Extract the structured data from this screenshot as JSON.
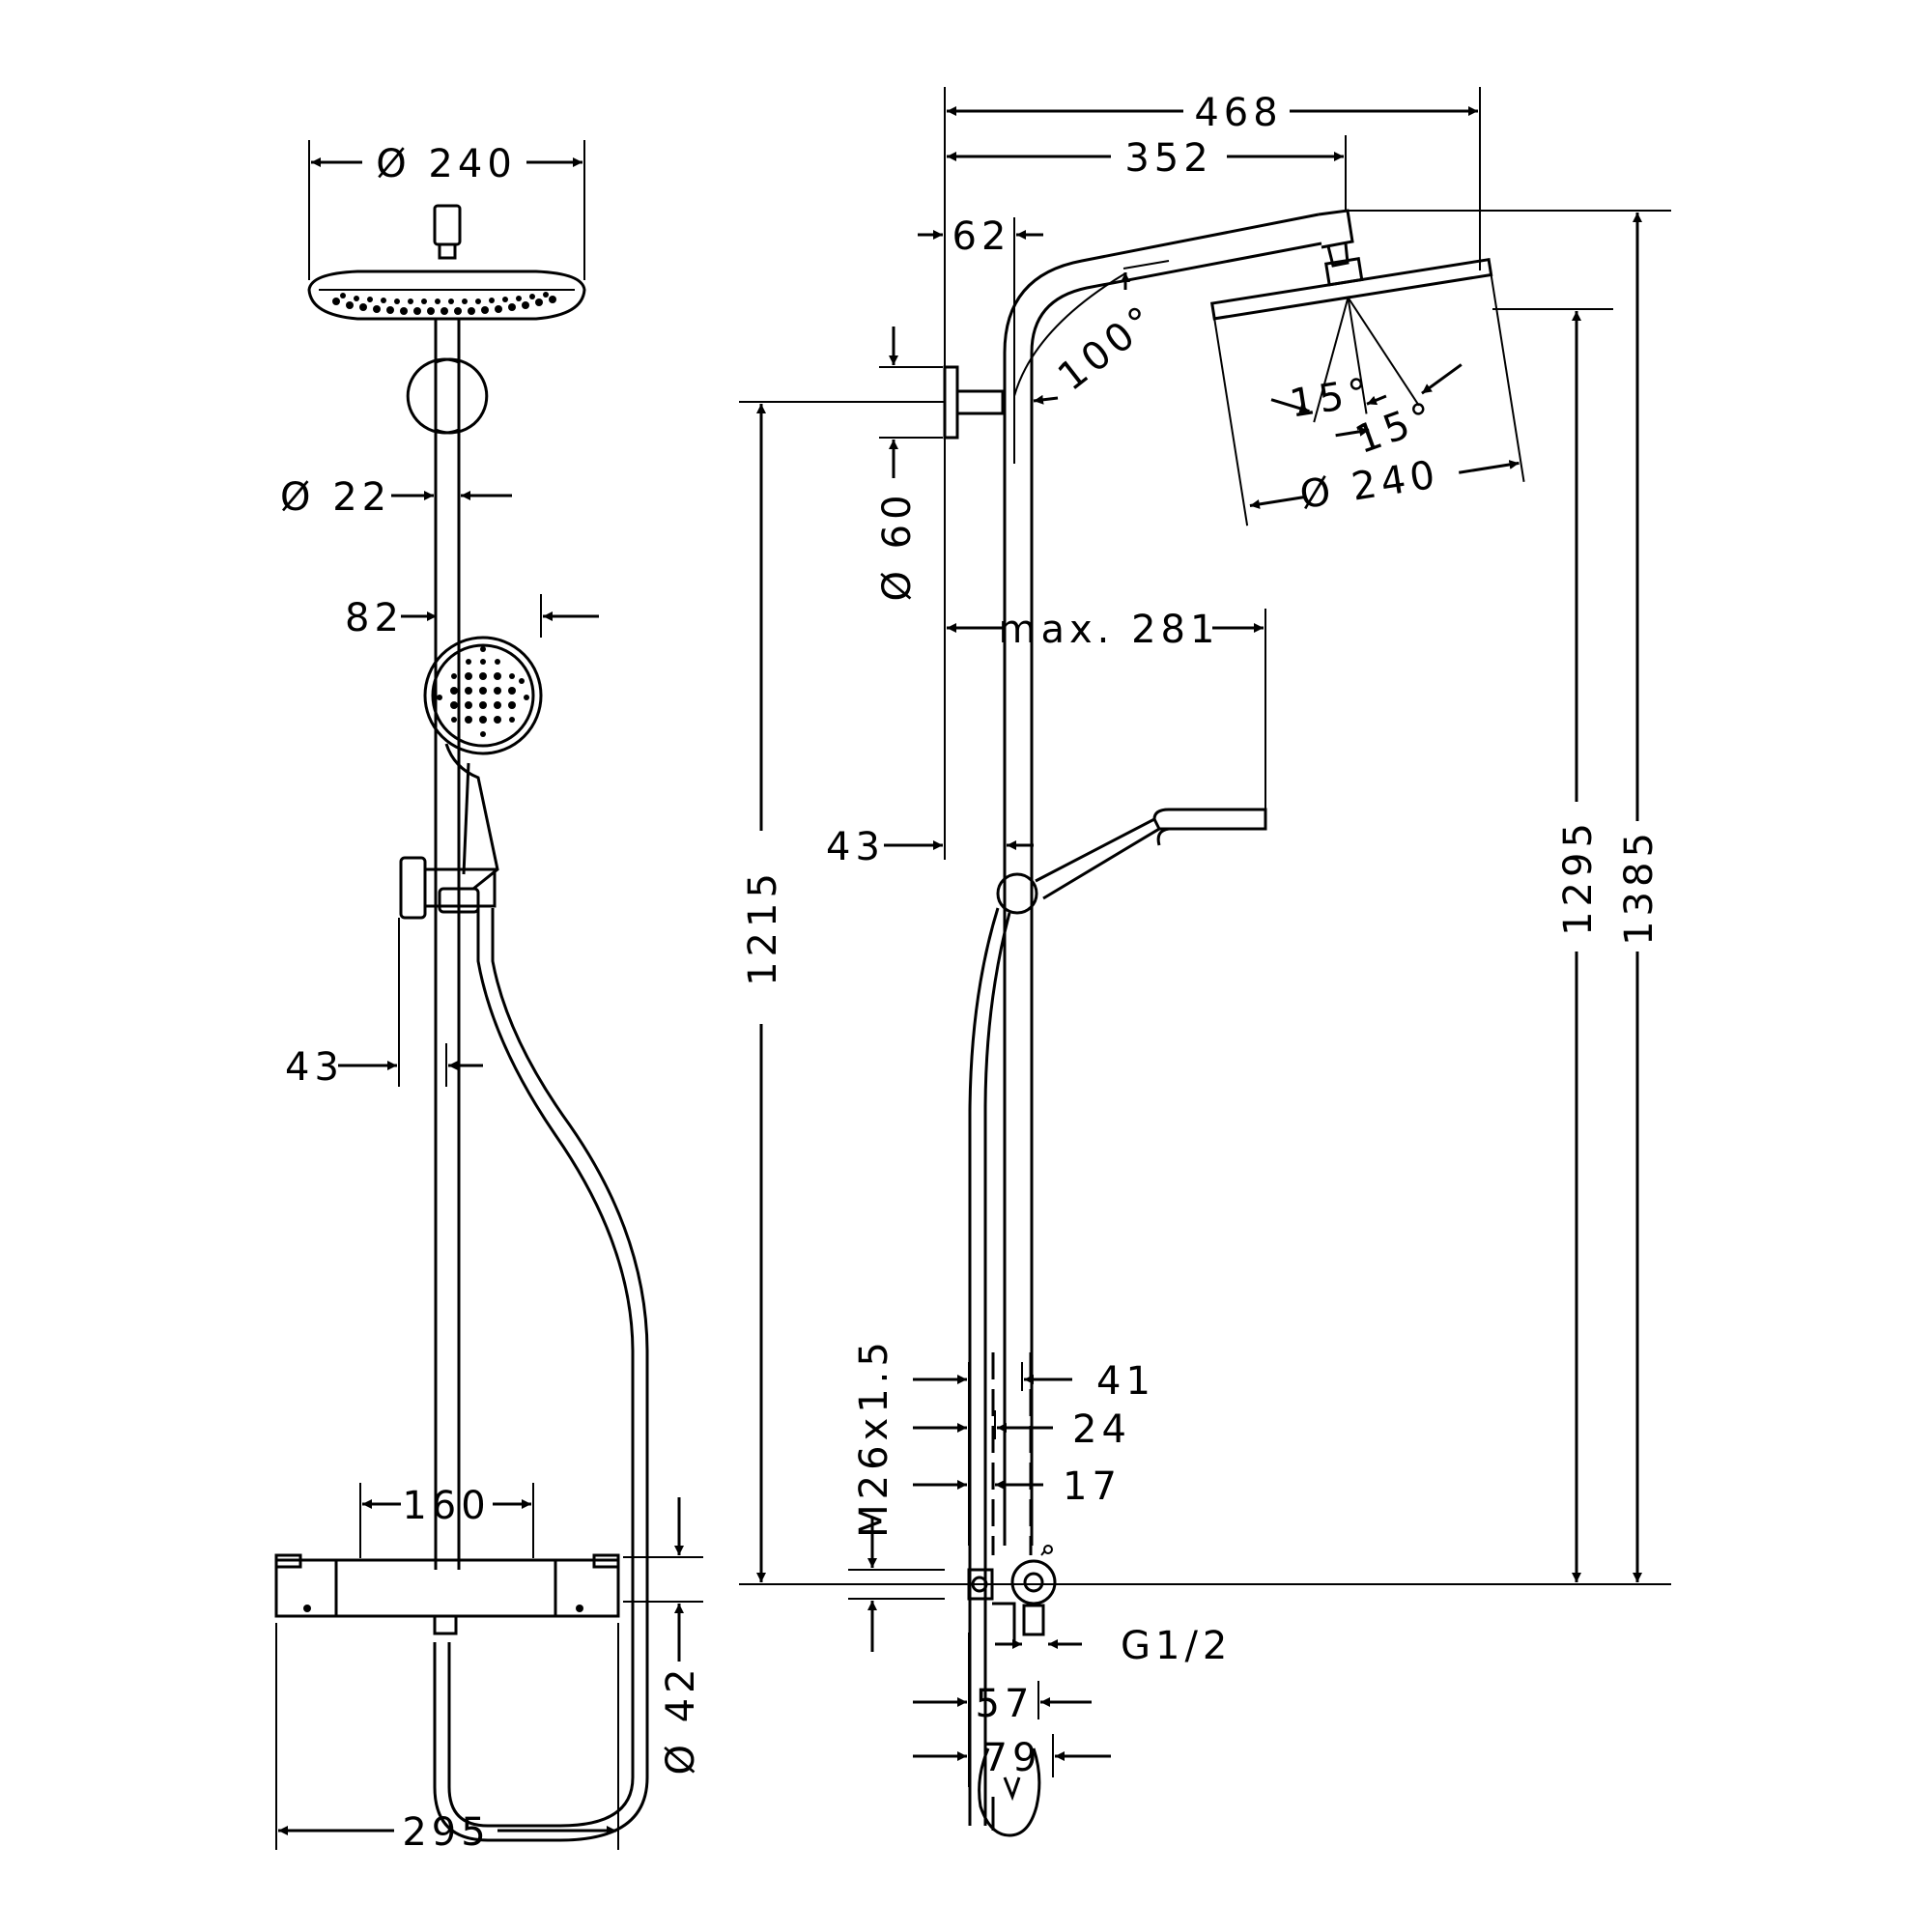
{
  "front_view": {
    "head_diameter": "Ø 240",
    "rod_diameter": "Ø 22",
    "handshower_width": "82",
    "holder_offset": "43",
    "mixer_center_distance": "160",
    "mixer_diameter": "Ø 42",
    "overall_width": "295"
  },
  "side_view": {
    "total_depth": "468",
    "arm_projection": "352",
    "wall_offset": "62",
    "arm_angle": "100°",
    "head_tilt_left": "15°",
    "head_tilt_right": "15°",
    "head_diameter": "Ø 240",
    "bracket_diameter": "Ø 60",
    "handshower_reach": "max. 281",
    "holder_offset": "43",
    "height_bracket": "1215",
    "height_head": "1295",
    "height_total": "1385",
    "thread": "M26x1.5",
    "dim_41": "41",
    "dim_24": "24",
    "dim_17": "17",
    "connection": "G1/2",
    "dim_57": "57",
    "dim_79": "79"
  }
}
